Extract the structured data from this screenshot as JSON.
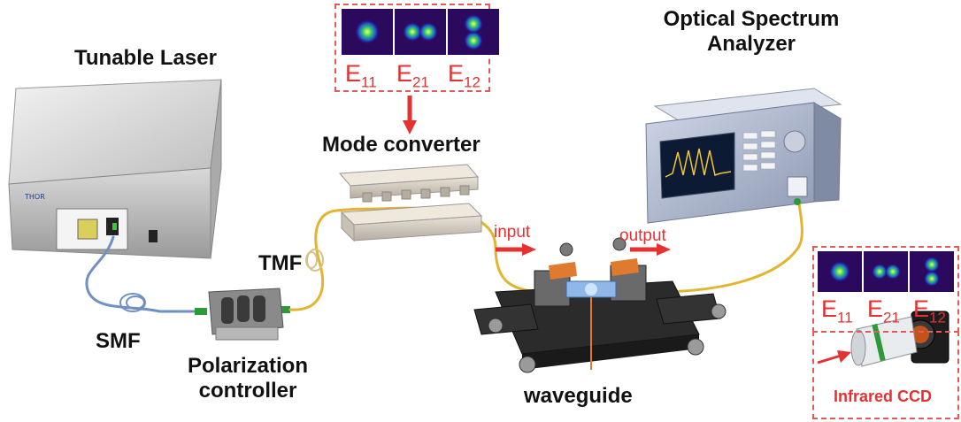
{
  "labels": {
    "tunable_laser": "Tunable Laser",
    "mode_converter": "Mode converter",
    "optical_spectrum_analyzer_line1": "Optical Spectrum",
    "optical_spectrum_analyzer_line2": "Analyzer",
    "tmf": "TMF",
    "smf": "SMF",
    "polarization_controller_line1": "Polarization",
    "polarization_controller_line2": "controller",
    "input": "input",
    "output": "output",
    "waveguide": "waveguide",
    "infrared_ccd": "Infrared CCD"
  },
  "modes_top": [
    {
      "base": "E",
      "sub": "11",
      "pattern": "single"
    },
    {
      "base": "E",
      "sub": "21",
      "pattern": "horizontal-pair"
    },
    {
      "base": "E",
      "sub": "12",
      "pattern": "vertical-pair"
    }
  ],
  "modes_right": [
    {
      "base": "E",
      "sub": "11",
      "pattern": "single"
    },
    {
      "base": "E",
      "sub": "21",
      "pattern": "horizontal-pair"
    },
    {
      "base": "E",
      "sub": "12",
      "pattern": "vertical-pair"
    }
  ],
  "colors": {
    "accent_red": "#e53131",
    "fiber_yellow": "#e2b531",
    "fiber_blue": "#6f8fc7",
    "mode_bg": "#2b0a5e"
  },
  "devices": [
    "tunable-laser-icon",
    "mode-converter-icon",
    "optical-spectrum-analyzer-icon",
    "polarization-controller-icon",
    "waveguide-stage-icon",
    "infrared-ccd-icon",
    "objective-lens-icon"
  ]
}
